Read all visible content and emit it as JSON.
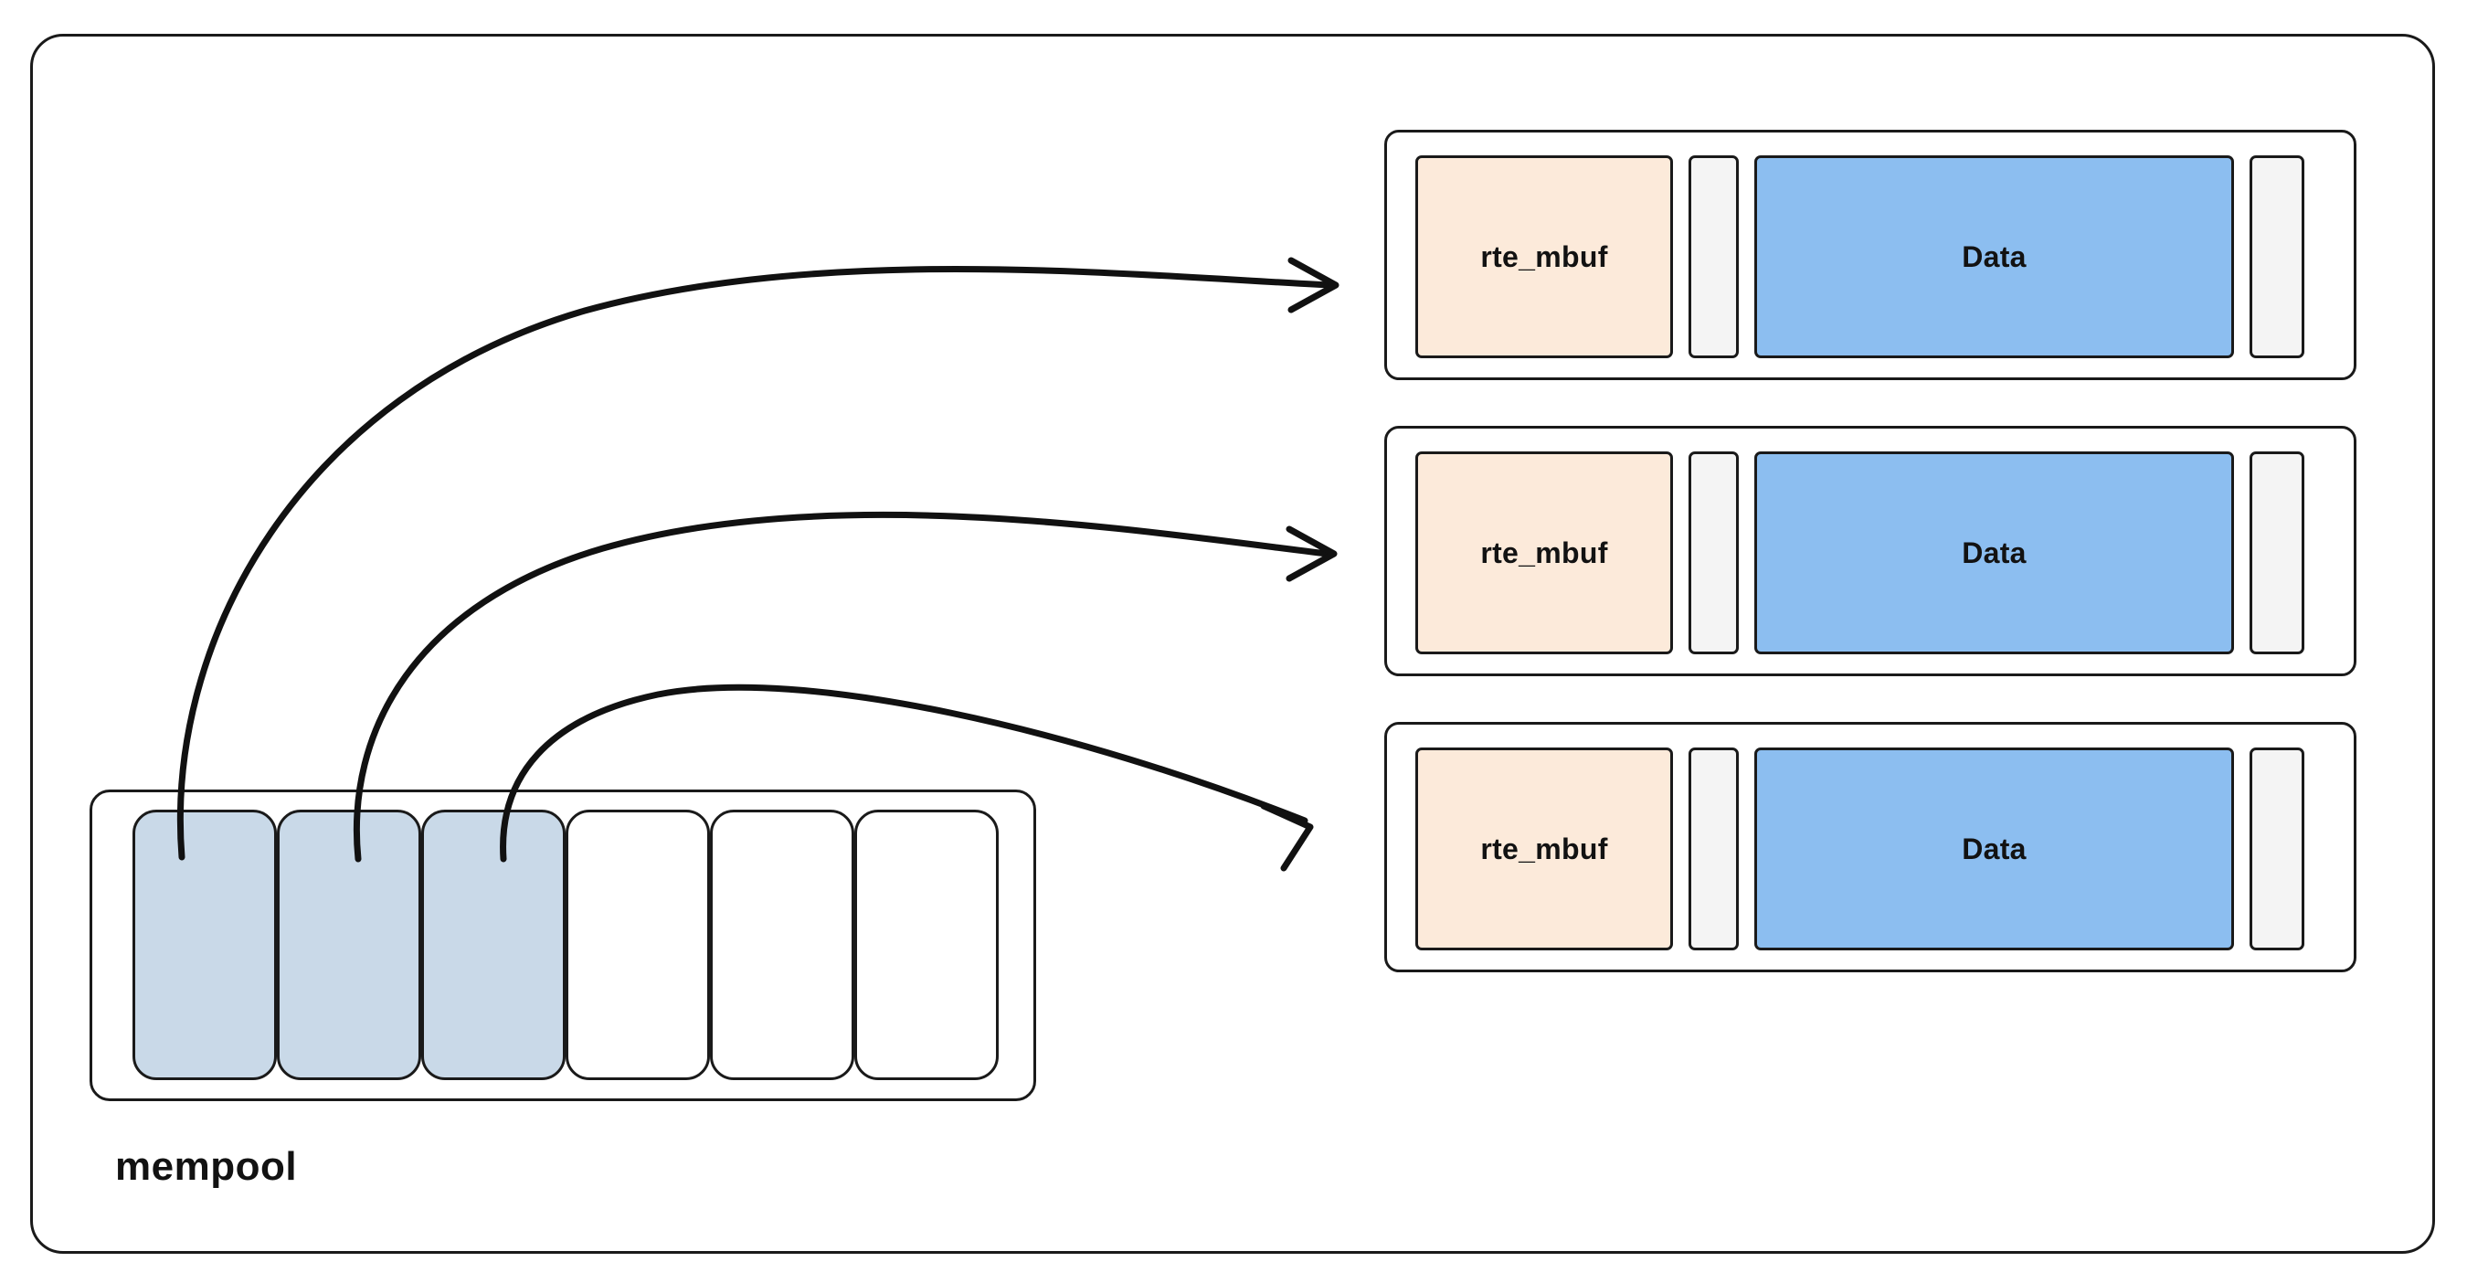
{
  "diagram": {
    "title_text": "",
    "mempool": {
      "label": "mempool",
      "slot_count": 6,
      "allocated_count": 3,
      "slots": [
        {
          "state": "allocated"
        },
        {
          "state": "allocated"
        },
        {
          "state": "allocated"
        },
        {
          "state": "free"
        },
        {
          "state": "free"
        },
        {
          "state": "free"
        }
      ]
    },
    "mbuf_rows": [
      {
        "header_label": "rte_mbuf",
        "headroom_label": "",
        "data_label": "Data",
        "tailroom_label": ""
      },
      {
        "header_label": "rte_mbuf",
        "headroom_label": "",
        "data_label": "Data",
        "tailroom_label": ""
      },
      {
        "header_label": "rte_mbuf",
        "headroom_label": "",
        "data_label": "Data",
        "tailroom_label": ""
      }
    ],
    "arrows": [
      {
        "name": "arrow-slot1-to-mbuf1",
        "from_slot": 1,
        "to_row": 1
      },
      {
        "name": "arrow-slot2-to-mbuf2",
        "from_slot": 2,
        "to_row": 2
      },
      {
        "name": "arrow-slot3-to-mbuf3",
        "from_slot": 3,
        "to_row": 3
      }
    ],
    "colors": {
      "stroke": "#1a1a1a",
      "background": "#ffffff",
      "mbuf_header_fill": "#fceada",
      "room_fill": "#f4f4f4",
      "data_fill": "#8cbef0",
      "allocated_slot_fill": "#c9d9e8",
      "free_slot_fill": "#ffffff"
    }
  }
}
